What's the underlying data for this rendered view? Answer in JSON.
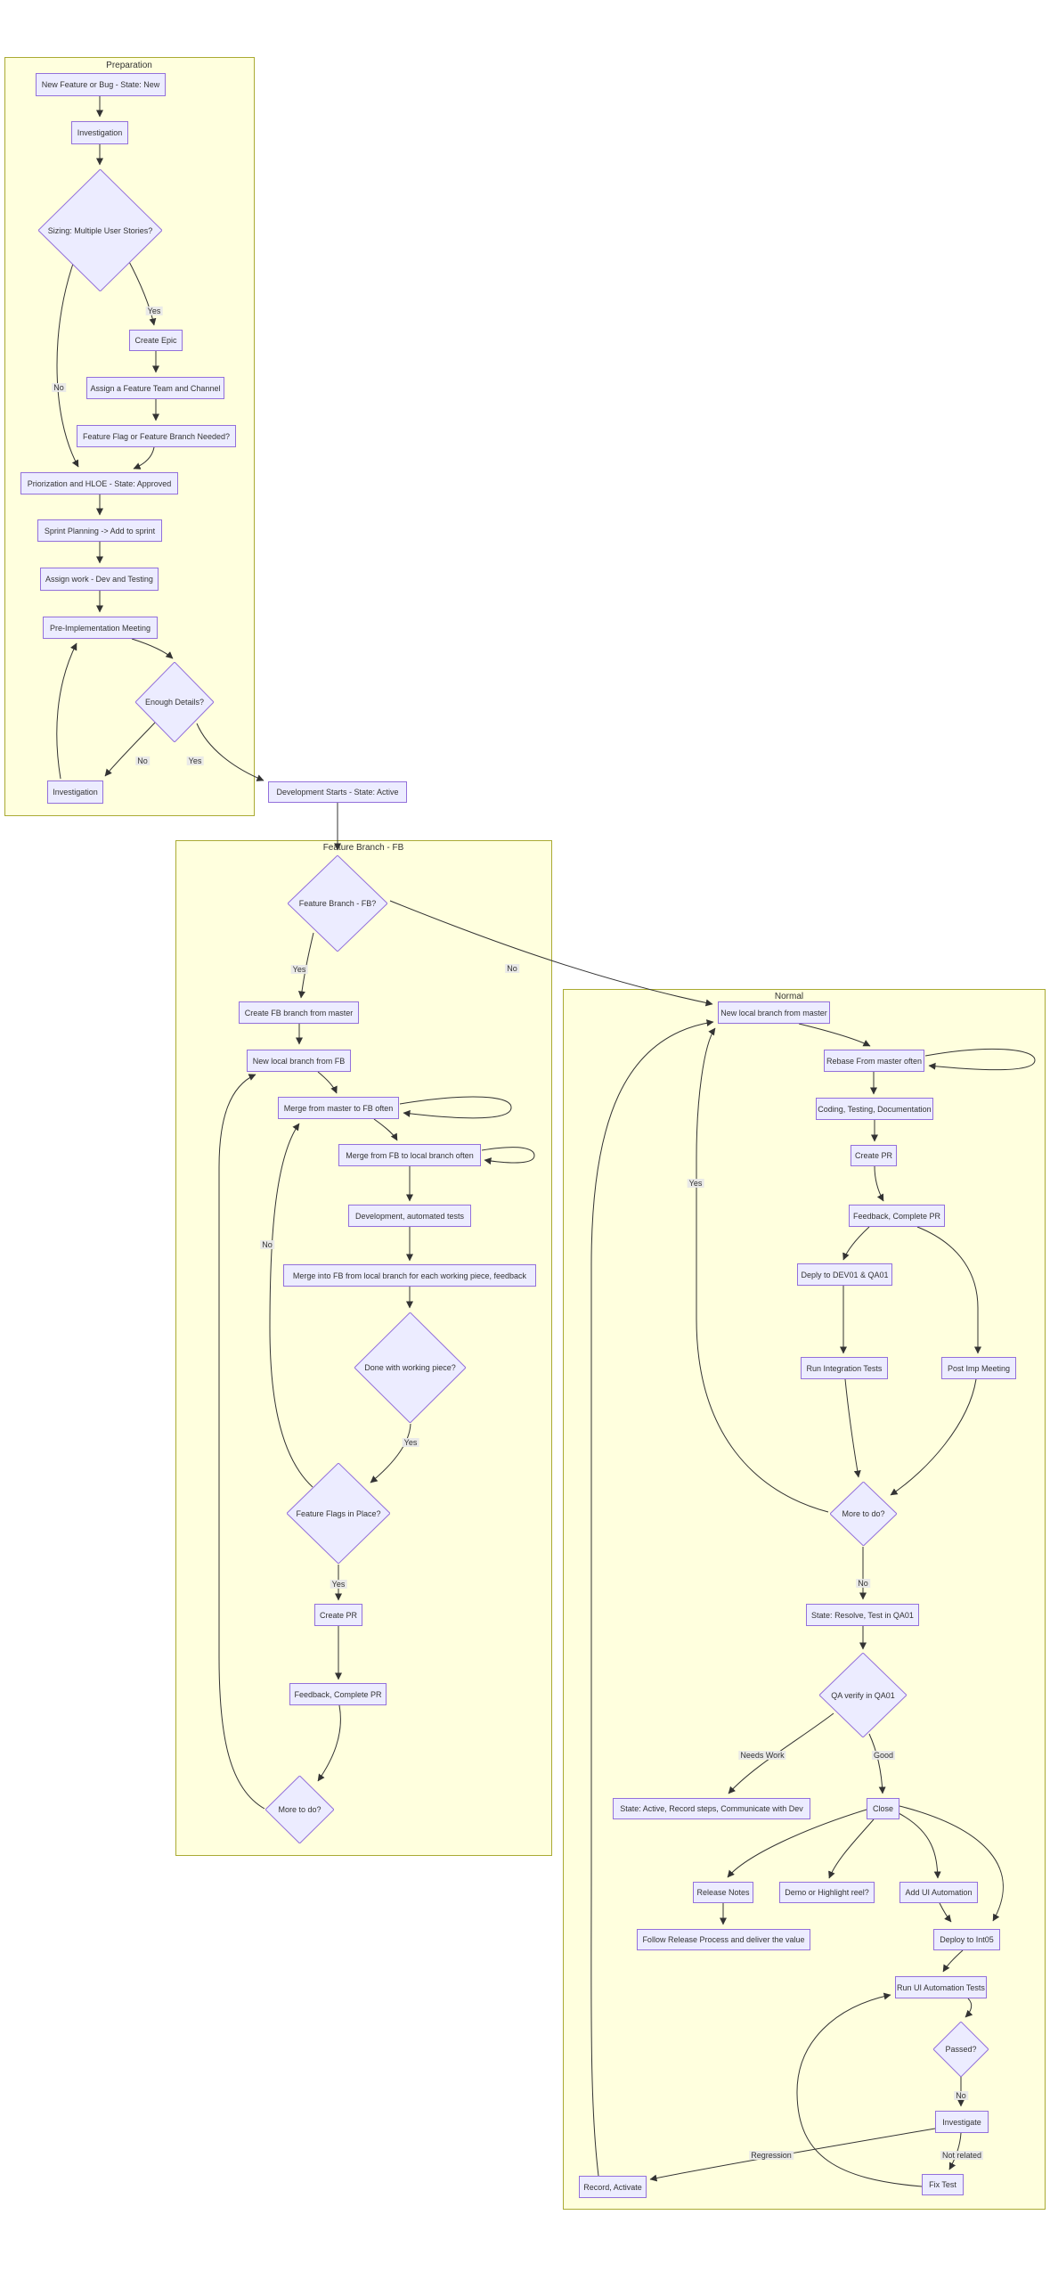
{
  "diagram": {
    "type": "flowchart",
    "colors": {
      "cluster_fill": "#ffffde",
      "cluster_border": "#aaaa33",
      "node_fill": "#ececff",
      "node_border": "#9370db",
      "edge": "#333333",
      "edge_label_bg": "#e8e8e8",
      "text": "#333333",
      "background": "#ffffff"
    },
    "clusters": [
      {
        "id": "preparation",
        "label": "Preparation"
      },
      {
        "id": "feature-branch",
        "label": "Feature Branch - FB"
      },
      {
        "id": "normal",
        "label": "Normal"
      }
    ],
    "nodes": [
      {
        "id": "new-feature",
        "shape": "rect",
        "label": "New Feature or Bug - State: New"
      },
      {
        "id": "investigation-1",
        "shape": "rect",
        "label": "Investigation"
      },
      {
        "id": "sizing",
        "shape": "diamond",
        "label": "Sizing: Multiple User Stories?"
      },
      {
        "id": "create-epic",
        "shape": "rect",
        "label": "Create Epic"
      },
      {
        "id": "assign-team",
        "shape": "rect",
        "label": "Assign a Feature Team and Channel"
      },
      {
        "id": "flag-needed",
        "shape": "rect",
        "label": "Feature Flag or Feature Branch Needed?"
      },
      {
        "id": "priorization",
        "shape": "rect",
        "label": "Priorization and HLOE - State: Approved"
      },
      {
        "id": "sprint-planning",
        "shape": "rect",
        "label": "Sprint Planning -> Add to sprint"
      },
      {
        "id": "assign-work",
        "shape": "rect",
        "label": "Assign work - Dev and Testing"
      },
      {
        "id": "pre-impl",
        "shape": "rect",
        "label": "Pre-Implementation Meeting"
      },
      {
        "id": "enough-details",
        "shape": "diamond",
        "label": "Enough Details?"
      },
      {
        "id": "investigation-2",
        "shape": "rect",
        "label": "Investigation"
      },
      {
        "id": "dev-starts",
        "shape": "rect",
        "label": "Development Starts - State: Active"
      },
      {
        "id": "fb-question",
        "shape": "diamond",
        "label": "Feature Branch - FB?"
      },
      {
        "id": "create-fb-branch",
        "shape": "rect",
        "label": "Create FB branch from master"
      },
      {
        "id": "new-local-fb",
        "shape": "rect",
        "label": "New local branch from FB"
      },
      {
        "id": "merge-master-fb",
        "shape": "rect",
        "label": "Merge from master to FB often"
      },
      {
        "id": "merge-fb-local",
        "shape": "rect",
        "label": "Merge from FB to local branch often"
      },
      {
        "id": "dev-auto-tests",
        "shape": "rect",
        "label": "Development, automated tests"
      },
      {
        "id": "merge-into-fb",
        "shape": "rect",
        "label": "Merge into FB from local branch for each working piece, feedback"
      },
      {
        "id": "done-working",
        "shape": "diamond",
        "label": "Done with working piece?"
      },
      {
        "id": "feature-flags",
        "shape": "diamond",
        "label": "Feature Flags in Place?"
      },
      {
        "id": "create-pr-fb",
        "shape": "rect",
        "label": "Create PR"
      },
      {
        "id": "feedback-pr-fb",
        "shape": "rect",
        "label": "Feedback, Complete PR"
      },
      {
        "id": "more-to-do-fb",
        "shape": "diamond",
        "label": "More to do?"
      },
      {
        "id": "new-local-master",
        "shape": "rect",
        "label": "New local branch from master"
      },
      {
        "id": "rebase-master",
        "shape": "rect",
        "label": "Rebase From master often"
      },
      {
        "id": "coding-testing",
        "shape": "rect",
        "label": "Coding, Testing, Documentation"
      },
      {
        "id": "create-pr-n",
        "shape": "rect",
        "label": "Create PR"
      },
      {
        "id": "feedback-pr-n",
        "shape": "rect",
        "label": "Feedback, Complete PR"
      },
      {
        "id": "deploy-dev01",
        "shape": "rect",
        "label": "Deply to DEV01 & QA01"
      },
      {
        "id": "run-integration",
        "shape": "rect",
        "label": "Run Integration Tests"
      },
      {
        "id": "post-imp",
        "shape": "rect",
        "label": "Post Imp Meeting"
      },
      {
        "id": "more-to-do-n",
        "shape": "diamond",
        "label": "More to do?"
      },
      {
        "id": "state-resolve",
        "shape": "rect",
        "label": "State: Resolve, Test in QA01"
      },
      {
        "id": "qa-verify",
        "shape": "diamond",
        "label": "QA verify in QA01"
      },
      {
        "id": "state-active-record",
        "shape": "rect",
        "label": "State: Active, Record steps, Communicate with Dev"
      },
      {
        "id": "close",
        "shape": "rect",
        "label": "Close"
      },
      {
        "id": "release-notes",
        "shape": "rect",
        "label": "Release Notes"
      },
      {
        "id": "demo-highlight",
        "shape": "rect",
        "label": "Demo or Highlight reel?"
      },
      {
        "id": "add-ui-automation",
        "shape": "rect",
        "label": "Add UI Automation"
      },
      {
        "id": "follow-release",
        "shape": "rect",
        "label": "Follow Release Process and deliver the value"
      },
      {
        "id": "deploy-int05",
        "shape": "rect",
        "label": "Deploy to Int05"
      },
      {
        "id": "run-ui-tests",
        "shape": "rect",
        "label": "Run UI Automation Tests"
      },
      {
        "id": "passed",
        "shape": "diamond",
        "label": "Passed?"
      },
      {
        "id": "investigate",
        "shape": "rect",
        "label": "Investigate"
      },
      {
        "id": "fix-test",
        "shape": "rect",
        "label": "Fix Test"
      },
      {
        "id": "record-activate",
        "shape": "rect",
        "label": "Record, Activate"
      }
    ],
    "edge_labels": [
      {
        "label": "Yes"
      },
      {
        "label": "No"
      },
      {
        "label": "No"
      },
      {
        "label": "Yes"
      },
      {
        "label": "Yes"
      },
      {
        "label": "No"
      },
      {
        "label": "No"
      },
      {
        "label": "Yes"
      },
      {
        "label": "Yes"
      },
      {
        "label": "Yes"
      },
      {
        "label": "No"
      },
      {
        "label": "Needs Work"
      },
      {
        "label": "Good"
      },
      {
        "label": "No"
      },
      {
        "label": "Not related"
      },
      {
        "label": "Regression"
      }
    ]
  }
}
